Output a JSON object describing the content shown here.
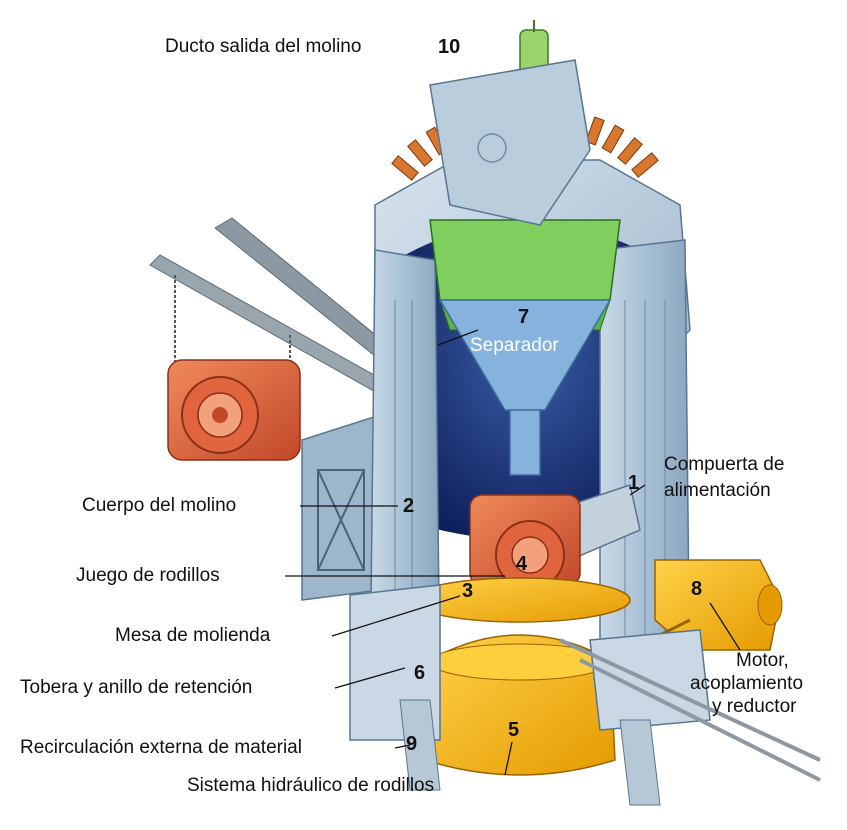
{
  "parts": [
    {
      "number": "10",
      "label": "Ducto salida del molino"
    },
    {
      "number": "7",
      "label": "Separador"
    },
    {
      "number": "1",
      "label": "Compuerta de alimentación",
      "label_lines": [
        "Compuerta de",
        "alimentación"
      ]
    },
    {
      "number": "2",
      "label": "Cuerpo del molino"
    },
    {
      "number": "4",
      "label": "Juego de rodillos"
    },
    {
      "number": "3",
      "label": "Mesa de molienda"
    },
    {
      "number": "8",
      "label": "Motor, acoplamiento y reductor",
      "label_lines": [
        "Motor,",
        "acoplamiento",
        "y reductor"
      ]
    },
    {
      "number": "6",
      "label": "Tobera y anillo de retención"
    },
    {
      "number": "9",
      "label": "Recirculación externa de material"
    },
    {
      "number": "5",
      "label": "Sistema hidráulico de rodillos"
    }
  ]
}
